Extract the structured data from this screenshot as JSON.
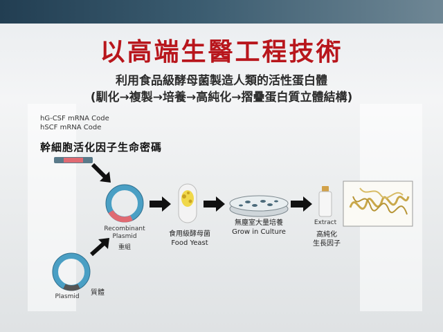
{
  "title": "以高端生醫工程技術",
  "subtitle_1": "利用食品級酵母菌製造人類的活性蛋白體",
  "subtitle_2": "(馴化→複製→培養→高純化→摺疊蛋白質立體結構)",
  "codes": [
    "hG-CSF mRNA Code",
    "hSCF mRNA Code"
  ],
  "gene_label": "幹細胞活化因子生命密碼",
  "recombinant": {
    "en_1": "Recombinant",
    "en_2": "Plasmid",
    "zh": "重組"
  },
  "plasmid": {
    "en": "Plasmid",
    "zh": "質體"
  },
  "yeast": {
    "zh": "食用級酵母菌",
    "en": "Food Yeast"
  },
  "culture": {
    "zh": "無塵室大量培養",
    "en": "Grow in Culture"
  },
  "extract": {
    "en": "Extract",
    "zh_1": "高純化",
    "zh_2": "生長因子"
  },
  "colors": {
    "title": "#b8161c",
    "ring": "#4a9fc4",
    "insert": "#e06a72",
    "yeast": "#f0d84a"
  }
}
